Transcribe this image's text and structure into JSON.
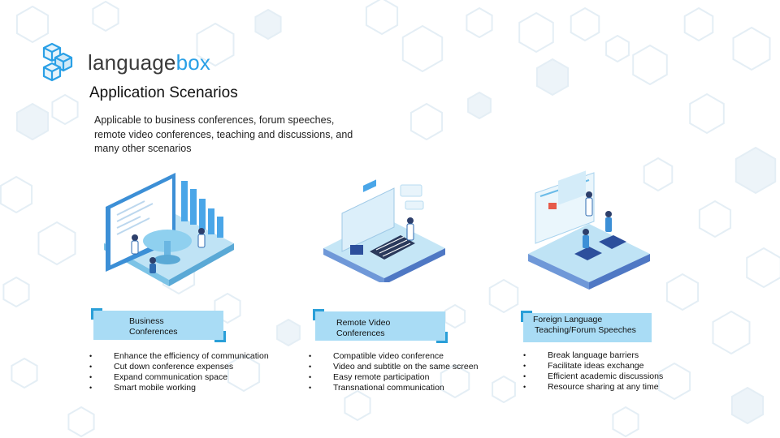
{
  "brand": {
    "name_part1": "language",
    "name_part2": "box",
    "accent_color": "#2aa0e6",
    "icon": "cube-cluster-icon"
  },
  "page": {
    "title": "Application Scenarios",
    "intro": "Applicable to business conferences, forum speeches, remote video conferences, teaching and discussions, and many other scenarios"
  },
  "scenarios": [
    {
      "title_line1": "Business",
      "title_line2": "Conferences",
      "icon": "business-meeting-illustration",
      "bullets": [
        "Enhance the efficiency of communication",
        "Cut down conference expenses",
        "Expand communication space",
        "Smart mobile  working"
      ]
    },
    {
      "title_line1": "Remote Video",
      "title_line2": "Conferences",
      "icon": "video-conference-illustration",
      "bullets": [
        "Compatible  video conference",
        "Video and subtitle on the same screen",
        "Easy remote participation",
        "Transnational communication"
      ]
    },
    {
      "title_line1": "Foreign Language",
      "title_line2": "Teaching/Forum Speeches",
      "icon": "teaching-forum-illustration",
      "bullets": [
        "Break language barriers",
        "Facilitate ideas exchange",
        "Efficient academic discussions",
        "Resource sharing at any time"
      ]
    }
  ],
  "colors": {
    "card_fill": "#a9dcf5",
    "card_corner": "#2a9fd8",
    "hexagon_light": "#e4eef5",
    "hexagon_fill": "#edf4f9"
  }
}
